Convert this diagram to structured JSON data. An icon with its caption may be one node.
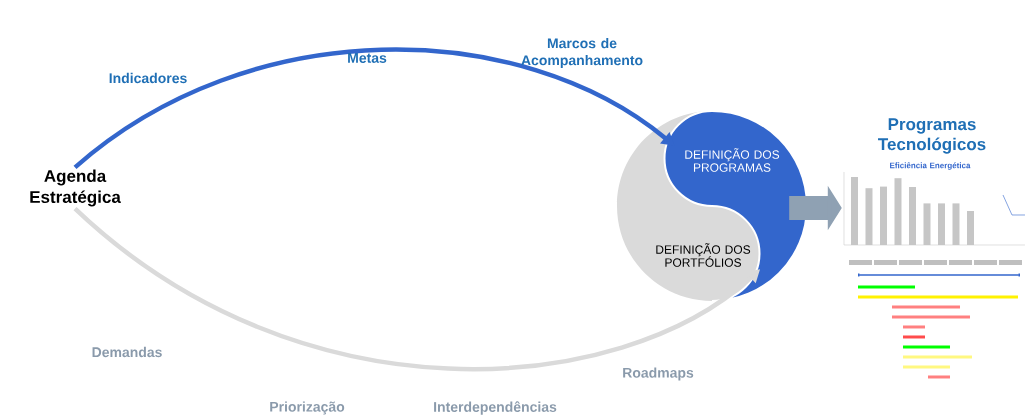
{
  "diagram": {
    "nodes": [
      {
        "text": [
          "Agenda Estratégica"
        ]
      },
      {
        "text": [
          "DEFINIÇÃO DOS PROGRAMAS"
        ]
      },
      {
        "text": [
          "DEFINIÇÃO DOS PORTFÓLIOS"
        ]
      },
      {
        "text": [
          "Programas Tecnológicos"
        ]
      },
      {
        "text": [],
        "shape": "picture"
      }
    ],
    "edges": [
      {
        "from": 0,
        "to": 1,
        "arrow": "to",
        "color": "#3366cc"
      },
      {
        "from": 0,
        "to": 2,
        "arrow": "to",
        "color": "#dadada"
      },
      {
        "from": 1,
        "to": 4,
        "arrow": "to",
        "style": "thick",
        "color": "#8fa1b3"
      }
    ],
    "labels": [
      "Indicadores",
      "Metas",
      "Marcos de Acompanhamento",
      "Demandas",
      "Priorização",
      "Interdependências",
      "Roadmaps",
      "Eficiência Energética"
    ]
  }
}
